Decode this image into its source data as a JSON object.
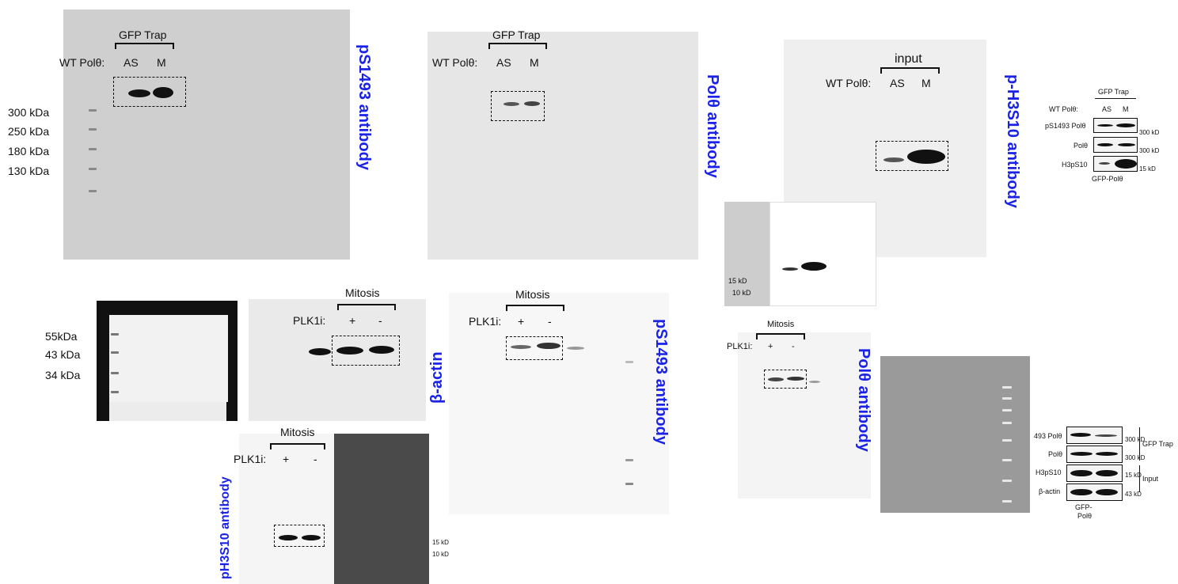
{
  "panels": {
    "p1": {
      "bracket_label": "GFP Trap",
      "row_label": "WT Polθ:",
      "lane1": "AS",
      "lane2": "M",
      "side_title": "pS1493 antibody",
      "markers": [
        "300 kDa",
        "250 kDa",
        "180 kDa",
        "130 kDa"
      ]
    },
    "p2": {
      "bracket_label": "GFP Trap",
      "row_label": "WT Polθ:",
      "lane1": "AS",
      "lane2": "M",
      "side_title": "Polθ antibody"
    },
    "p3": {
      "bracket_label": "input",
      "row_label": "WT Polθ:",
      "lane1": "AS",
      "lane2": "M",
      "side_title": "p-H3S10 antibody",
      "inset_markers": [
        "15 kD",
        "10 kD"
      ]
    },
    "p4": {
      "markers": [
        "55kDa",
        "43 kDa",
        "34 kDa"
      ],
      "bracket_label": "Mitosis",
      "row_label": "PLK1i:",
      "lane1": "+",
      "lane2": "-",
      "side_title": "β-actin"
    },
    "p5": {
      "bracket_label": "Mitosis",
      "row_label": "PLK1i:",
      "lane1": "+",
      "lane2": "-",
      "side_title": "pS1493 antibody"
    },
    "p6": {
      "bracket_label": "Mitosis",
      "row_label": "PLK1i:",
      "lane1": "+",
      "lane2": "-",
      "side_title": "Polθ antibody"
    },
    "p7": {
      "bracket_label": "Mitosis",
      "row_label": "PLK1i:",
      "lane1": "+",
      "lane2": "-",
      "side_title": "pH3S10 antibody",
      "markers": [
        "15 kD",
        "10 kD"
      ]
    }
  },
  "summary_top": {
    "header": "GFP Trap",
    "row_label": "WT Polθ:",
    "lane1": "AS",
    "lane2": "M",
    "rows": [
      {
        "name": "pS1493 Polθ",
        "size": "300 kD"
      },
      {
        "name": "Polθ",
        "size": "300 kD"
      },
      {
        "name": "H3pS10",
        "size": "15 kD"
      }
    ],
    "footer": "GFP-Polθ"
  },
  "summary_bottom": {
    "rows": [
      {
        "name": "493 Polθ",
        "size": "300 kD"
      },
      {
        "name": "Polθ",
        "size": "300 kD"
      },
      {
        "name": "H3pS10",
        "size": "15 kD"
      },
      {
        "name": "β-actin",
        "size": "43 kD"
      }
    ],
    "group1": "GFP Trap",
    "group2": "Input",
    "footer_line1": "GFP-",
    "footer_line2": "Polθ"
  }
}
